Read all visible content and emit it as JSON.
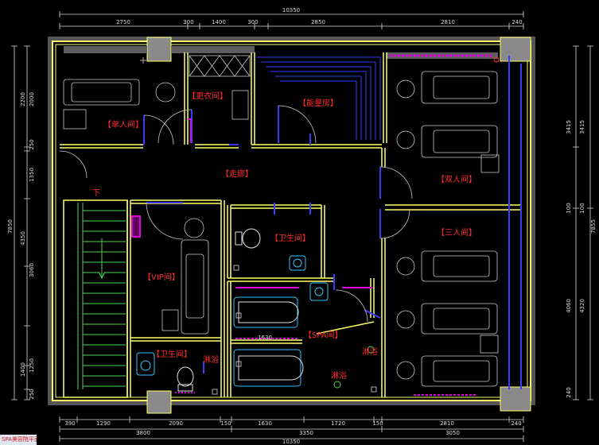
{
  "dimensions": {
    "top_total": "10350",
    "top_segments": [
      "2750",
      "300",
      "1400",
      "300",
      "2850",
      "2810",
      "240"
    ],
    "bottom_segments": [
      "390",
      "1290",
      "2090",
      "150",
      "1630",
      "1720",
      "150",
      "2810",
      "240"
    ],
    "bottom_subtotals": [
      "3800",
      "3350",
      "3050"
    ],
    "bottom_total": "10350",
    "left_segments": [
      "2200",
      "2000",
      "250",
      "1350",
      "4350",
      "3060",
      "1400",
      "1250",
      "250"
    ],
    "left_total": "7850",
    "right_segments": [
      "3415",
      "3415",
      "100",
      "100",
      "4060",
      "4320",
      "240"
    ],
    "right_total": "7855",
    "inner_spa_width": "1630"
  },
  "rooms": {
    "single": "【单人间】",
    "changing": "【更衣间】",
    "steam": "【能量房】",
    "corridor": "【走廊】",
    "double": "【双人间】",
    "triple": "【三人间】",
    "toilet_center": "【卫生间】",
    "vip": "【VIP间】",
    "spa": "【SPA间】",
    "toilet_left": "【卫生间】",
    "shower_left": "淋浴",
    "shower_right_1": "淋浴",
    "shower_right_2": "淋浴",
    "stair_down": "下"
  },
  "caption": "SPA美容院平面图",
  "colors": {
    "background": "#000000",
    "wall": "#ffff66",
    "furniture": "#c8c8c8",
    "door": "#3a3aff",
    "dimension": "#d9d9d9",
    "label": "#ff2b2b",
    "fixture": "#30c8ff",
    "accent": "#e000e0"
  }
}
